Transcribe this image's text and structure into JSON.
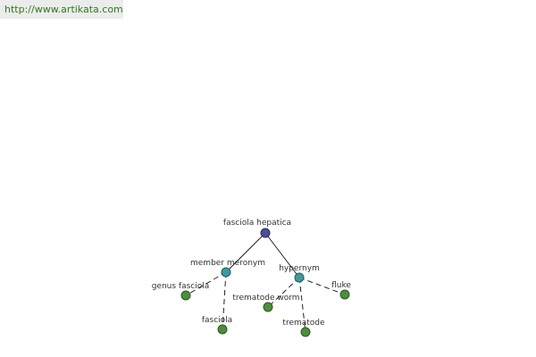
{
  "header": {
    "url": "http://www.artikata.com"
  },
  "graph": {
    "colors": {
      "root": "#4b4f9a",
      "relation": "#3e9aa0",
      "leaf": "#4a8f3c",
      "edge": "#222222"
    },
    "nodes": {
      "root": "fasciola hepatica",
      "member_meronym": "member meronym",
      "hypernym": "hypernym",
      "genus_fasciola": "genus fasciola",
      "fasciola": "fasciola",
      "trematode_worm": "trematode worm",
      "trematode": "trematode",
      "fluke": "fluke"
    }
  }
}
